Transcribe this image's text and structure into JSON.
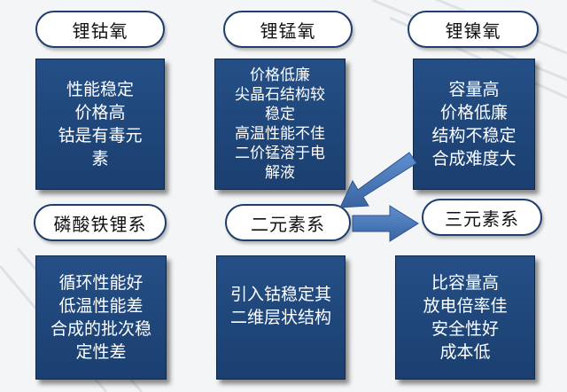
{
  "categories": [
    {
      "id": "lco",
      "title": "锂钴氧",
      "lines": [
        "性能稳定",
        "价格高",
        "钴是有毒元",
        "素"
      ]
    },
    {
      "id": "lmo",
      "title": "锂锰氧",
      "lines": [
        "价格低廉",
        "尖晶石结构较",
        "稳定",
        "高温性能不佳",
        "二价锰溶于电",
        "解液"
      ]
    },
    {
      "id": "lno",
      "title": "锂镍氧",
      "lines": [
        "容量高",
        "价格低廉",
        "结构不稳定",
        "合成难度大"
      ]
    },
    {
      "id": "lfp",
      "title": "磷酸铁锂系",
      "lines": [
        "循环性能好",
        "低温性能差",
        "合成的批次稳",
        "定性差"
      ]
    },
    {
      "id": "binary",
      "title": "二元素系",
      "lines": [
        "引入钴稳定其",
        "二维层状结构"
      ]
    },
    {
      "id": "ternary",
      "title": "三元素系",
      "lines": [
        "比容量高",
        "放电倍率佳",
        "安全性好",
        "成本低"
      ]
    }
  ],
  "colors": {
    "box_fill": "#1f4779",
    "pill_border": "#1f3d6e",
    "arrow": "#4a78b8"
  }
}
